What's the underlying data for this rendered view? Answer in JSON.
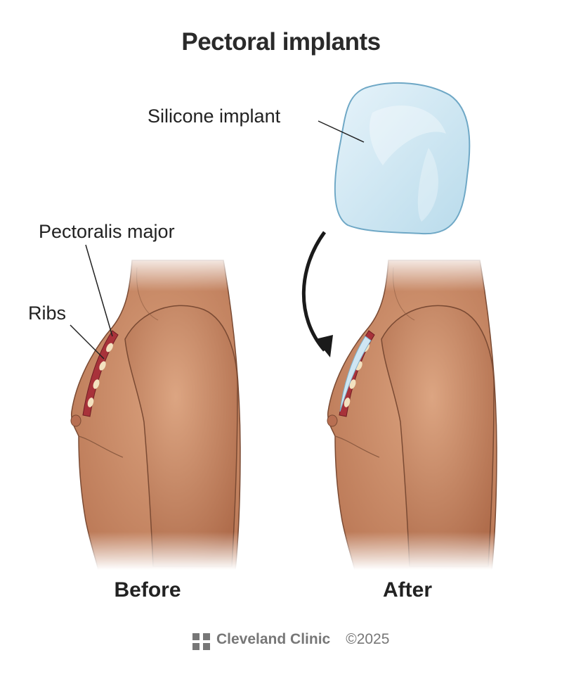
{
  "title": "Pectoral implants",
  "labels": {
    "silicone_implant": "Silicone implant",
    "pectoralis_major": "Pectoralis major",
    "ribs": "Ribs"
  },
  "captions": {
    "before": "Before",
    "after": "After"
  },
  "footer": {
    "brand": "Cleveland Clinic",
    "copyright": "©2025"
  },
  "colors": {
    "skin": "#c98a66",
    "muscle": "#a8323a",
    "implant": "#cfe6f2",
    "rib": "#f3e2c0"
  }
}
